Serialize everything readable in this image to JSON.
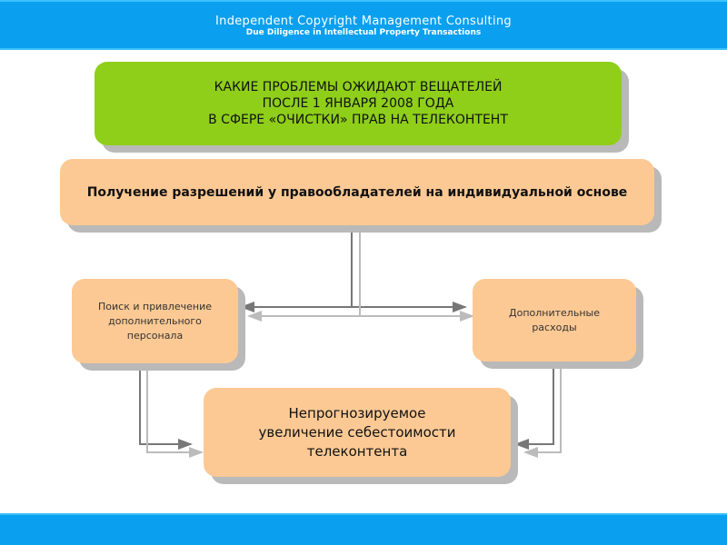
{
  "header": {
    "title": "Independent Copyright Management Consulting",
    "subtitle": "Due Diligence in Intellectual Property Transactions"
  },
  "diagram": {
    "title_lines": [
      "КАКИЕ ПРОБЛЕМЫ ОЖИДАЮТ ВЕЩАТЕЛЕЙ",
      "ПОСЛЕ 1 ЯНВАРЯ 2008 ГОДА",
      "В СФЕРЕ «ОЧИСТКИ» ПРАВ НА ТЕЛЕКОНТЕНТ"
    ],
    "main": "Получение разрешений у правообладателей на индивидуальной основе",
    "left_lines": [
      "Поиск и привлечение",
      "дополнительного",
      "персонала"
    ],
    "right_lines": [
      "Дополнительные",
      "расходы"
    ],
    "bottom_lines": [
      "Непрогнозируемое",
      "увеличение себестоимости",
      "телеконтента"
    ]
  },
  "colors": {
    "header": "#0aa0ef",
    "green": "#8fcf1a",
    "peach": "#fcc994"
  }
}
